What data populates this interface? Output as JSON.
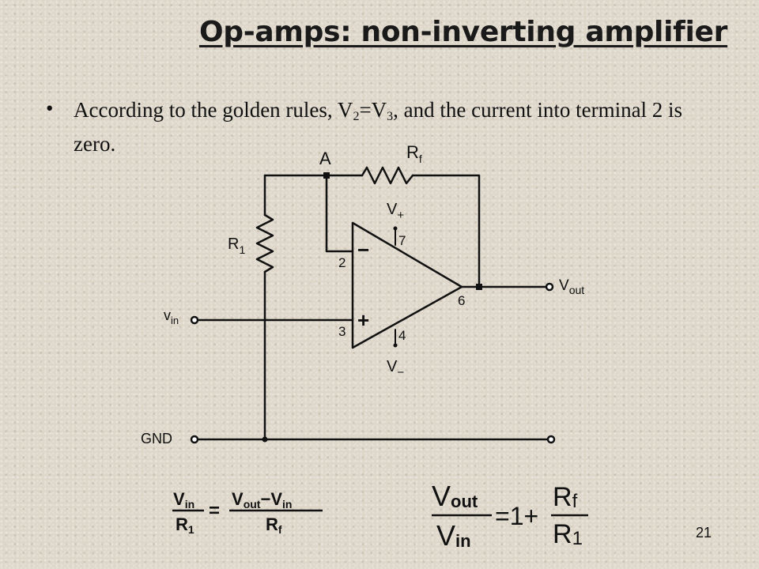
{
  "slide": {
    "title": "Op-amps: non-inverting amplifier",
    "bullet": {
      "pre": "According to the golden rules, V",
      "sub1": "2",
      "mid": "=V",
      "sub2": "3",
      "post": ", and the current into terminal 2 is zero."
    },
    "page_number": "21"
  },
  "circuit": {
    "node_a": "A",
    "rf": {
      "main": "R",
      "sub": "f"
    },
    "r1": {
      "main": "R",
      "sub": "1"
    },
    "vplus": {
      "main": "V",
      "sub": "+"
    },
    "vminus": {
      "main": "V",
      "sub": "−"
    },
    "vin": {
      "main": "v",
      "sub": "in"
    },
    "vout": {
      "main": "V",
      "sub": "out"
    },
    "pin2": "2",
    "pin3": "3",
    "pin4": "4",
    "pin6": "6",
    "pin7": "7",
    "minus_sign": "−",
    "plus_sign": "+",
    "gnd": "GND"
  },
  "equations": {
    "left": {
      "num": {
        "main": "V",
        "sub": "in"
      },
      "den": {
        "main": "R",
        "sub": "1"
      },
      "equals": "=",
      "rnum_a": {
        "main": "V",
        "sub": "out"
      },
      "rnum_minus": "−",
      "rnum_b": {
        "main": "V",
        "sub": "in"
      },
      "rden": {
        "main": "R",
        "sub": "f"
      }
    },
    "right": {
      "num": {
        "main": "V",
        "sub": "out"
      },
      "den": {
        "main": "V",
        "sub": "in"
      },
      "equals_one_plus": "=1+",
      "fnum": {
        "main": "R",
        "sub": "f"
      },
      "fden": {
        "main": "R",
        "sub": "1"
      }
    }
  }
}
